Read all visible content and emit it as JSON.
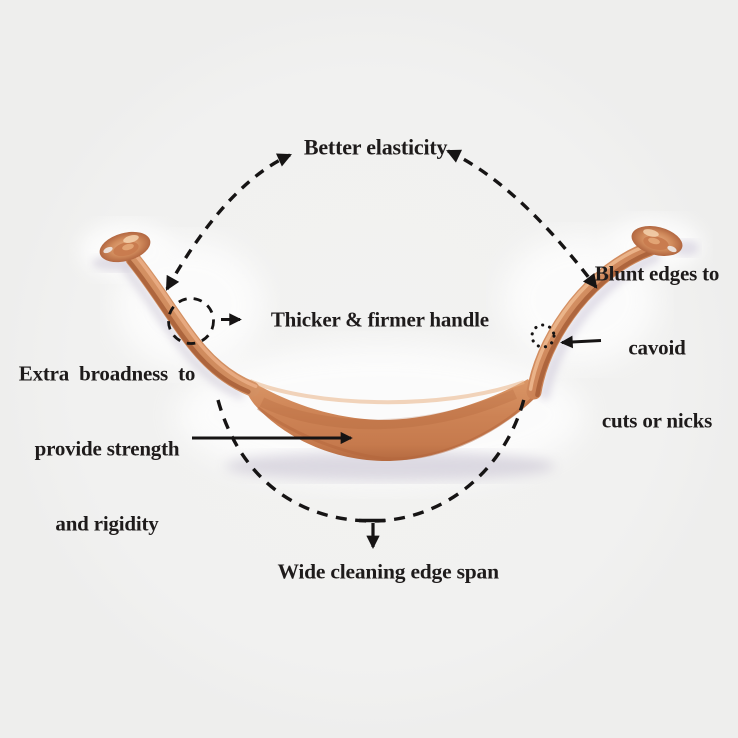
{
  "page": {
    "background_color": "#f1f1f0",
    "ink_color": "#1e1b1b",
    "copper_light": "#e9b289",
    "copper_mid": "#cd8355",
    "copper_dark": "#a95f38",
    "shadow_color": "#c7c1d2"
  },
  "annotations": {
    "better_elasticity": {
      "label": "Better elasticity"
    },
    "thicker_handle": {
      "label": "Thicker & firmer handle"
    },
    "blunt_edges": {
      "line1": "Blunt edges to",
      "line2": "cavoid",
      "line3": "cuts or nicks"
    },
    "extra_broadness": {
      "line1": "Extra  broadness  to",
      "line2": "provide strength",
      "line3": "and rigidity"
    },
    "wide_span": {
      "label": "Wide cleaning edge span"
    }
  }
}
